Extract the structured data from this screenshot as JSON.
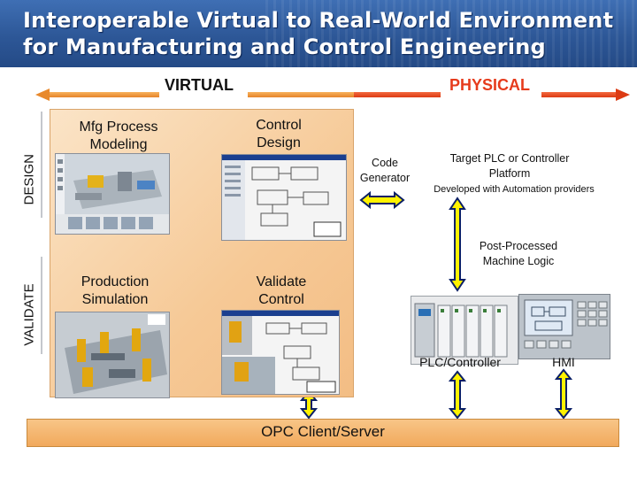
{
  "title": "Interoperable Virtual to Real-World Environment\nfor Manufacturing and Control Engineering",
  "columns": {
    "virtual": "VIRTUAL",
    "physical": "PHYSICAL"
  },
  "rows": {
    "design": "DESIGN",
    "validate": "VALIDATE"
  },
  "virtual_boxes": {
    "mfg_process": "Mfg Process\nModeling",
    "control_design": "Control\nDesign",
    "production_simulation": "Production\nSimulation",
    "validate_control": "Validate\nControl"
  },
  "physical": {
    "code_generator": "Code\nGenerator",
    "target_plc": "Target PLC or Controller\nPlatform",
    "automation_note": "Developed with Automation providers",
    "post_processed": "Post-Processed\nMachine Logic",
    "plc_controller": "PLC/Controller",
    "hmi": "HMI"
  },
  "opc": "OPC Client/Server",
  "colors": {
    "header": "#2d5797",
    "physical_label": "#e63b1c",
    "arrow": "#fff200",
    "arrow_outline": "#0a1f66",
    "panel": "#f6c996",
    "bar": "#f1a95c"
  }
}
